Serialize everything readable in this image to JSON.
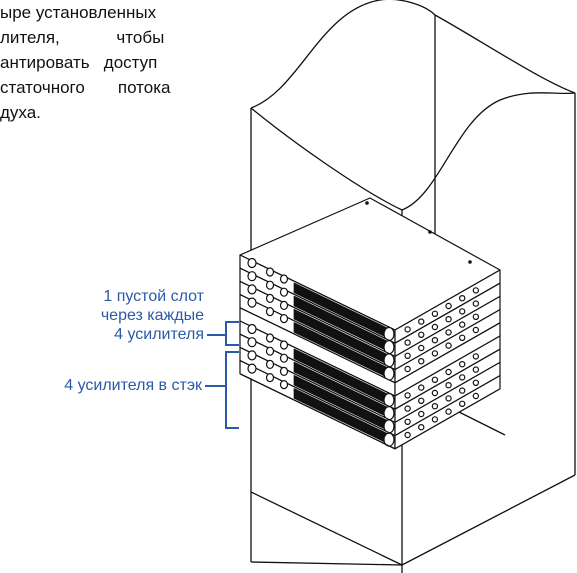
{
  "intro_text": [
    "ыре установленных",
    "лителя,            чтобы",
    "антировать   доступ",
    "статочного       потока",
    "духа."
  ],
  "callouts": {
    "empty_slot": [
      "1 пустой слот",
      "через каждые",
      "4 усилителя"
    ],
    "stack": "4 усилителя в стэк"
  },
  "colors": {
    "callout": "#2a5aa8",
    "line": "#111111"
  }
}
